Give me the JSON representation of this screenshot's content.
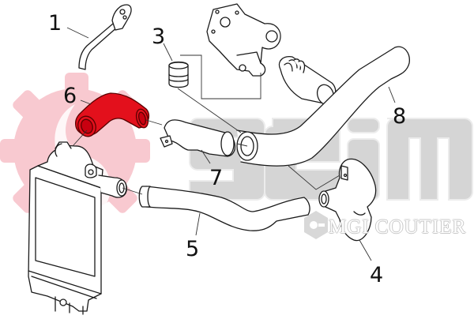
{
  "diagram": {
    "type": "exploded-parts-diagram",
    "subject": "intercooler / turbo air hose assembly",
    "callouts": [
      {
        "id": "1",
        "label": "1",
        "part": "small bent pipe with flange (top left)"
      },
      {
        "id": "3",
        "label": "3",
        "part": "short sleeve / coupling"
      },
      {
        "id": "4",
        "label": "4",
        "part": "elbow connector with flange"
      },
      {
        "id": "5",
        "label": "5",
        "part": "long lower hose"
      },
      {
        "id": "6",
        "label": "6",
        "part": "elbow hose (highlighted)"
      },
      {
        "id": "7",
        "label": "7",
        "part": "pipe with bracket"
      },
      {
        "id": "8",
        "label": "8",
        "part": "long upper hose"
      }
    ],
    "highlighted_part": "6",
    "highlight_color": "#e3101c",
    "other_components": [
      "intercooler",
      "throttle body / valve housing",
      "corrugated air duct"
    ]
  },
  "watermark": {
    "brand": "Seim",
    "subbrand": "MGI COUTIER",
    "gear_color": "#f7c4cc",
    "letters_color": "#d4d4d4"
  },
  "colors": {
    "line": "#1a1a1a",
    "background": "#ffffff"
  }
}
